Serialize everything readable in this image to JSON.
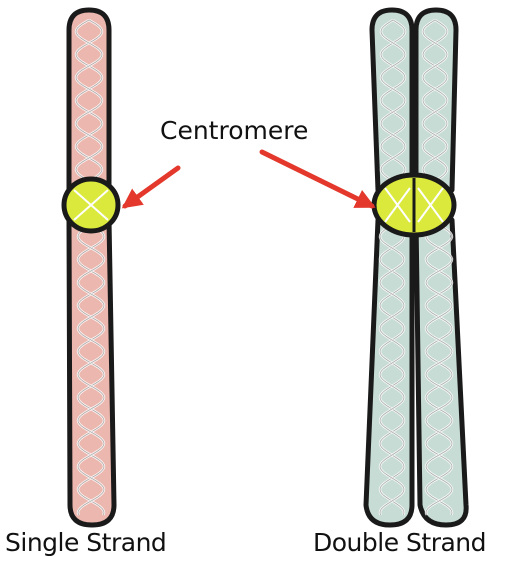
{
  "labels": {
    "centromere": "Centromere",
    "single": "Single Strand",
    "double": "Double Strand"
  },
  "colors": {
    "single_fill": "#ecb7ae",
    "double_fill": "#c8dcd6",
    "centromere_fill": "#dbe93c",
    "arrow": "#e3382b",
    "outline": "#1a1a1a",
    "helix": "#ffffff"
  }
}
